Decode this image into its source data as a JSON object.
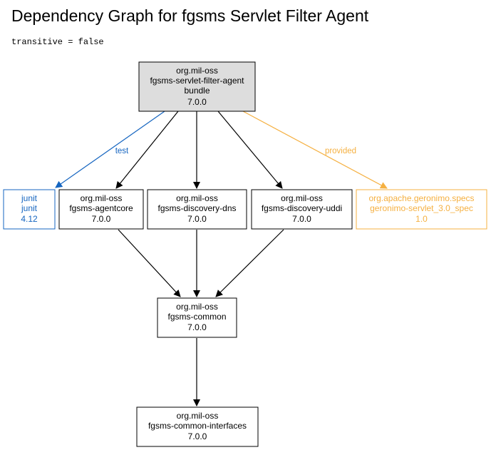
{
  "header": {
    "title": "Dependency Graph for fgsms Servlet Filter Agent",
    "subtitle": "transitive = false"
  },
  "colors": {
    "default": "#000000",
    "root_fill": "#dddddd",
    "test": "#1565c0",
    "provided": "#f5b041"
  },
  "nodes": {
    "root": [
      "org.mil-oss",
      "fgsms-servlet-filter-agent",
      "bundle",
      "7.0.0"
    ],
    "junit": [
      "junit",
      "junit",
      "4.12"
    ],
    "agentcore": [
      "org.mil-oss",
      "fgsms-agentcore",
      "7.0.0"
    ],
    "discovery_dns": [
      "org.mil-oss",
      "fgsms-discovery-dns",
      "7.0.0"
    ],
    "discovery_uddi": [
      "org.mil-oss",
      "fgsms-discovery-uddi",
      "7.0.0"
    ],
    "geronimo": [
      "org.apache.geronimo.specs",
      "geronimo-servlet_3.0_spec",
      "1.0"
    ],
    "common": [
      "org.mil-oss",
      "fgsms-common",
      "7.0.0"
    ],
    "common_interfaces": [
      "org.mil-oss",
      "fgsms-common-interfaces",
      "7.0.0"
    ]
  },
  "edges": {
    "test_label": "test",
    "provided_label": "provided"
  }
}
